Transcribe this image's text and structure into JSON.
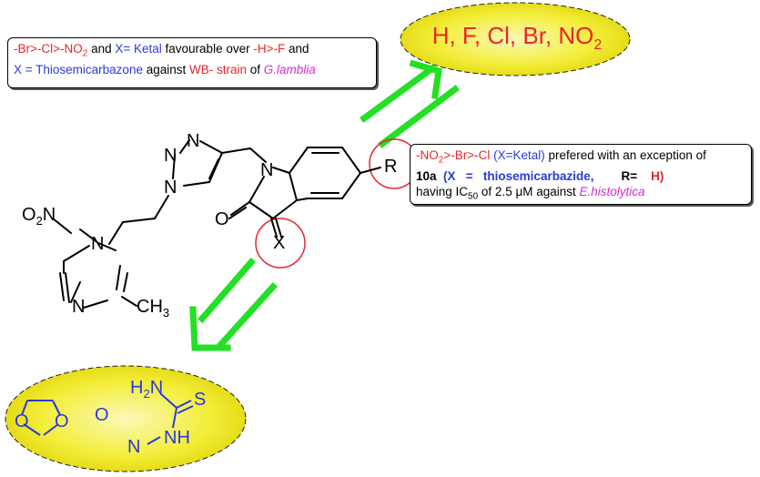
{
  "box1": {
    "line1": [
      {
        "t": "-Br>-Cl>-NO",
        "c": "red"
      },
      {
        "t": "2",
        "c": "red",
        "sub": true
      },
      {
        "t": " and ",
        "c": "black"
      },
      {
        "t": "X= Ketal",
        "c": "blue"
      },
      {
        "t": " favourable over ",
        "c": "black"
      },
      {
        "t": "-H>-F",
        "c": "red"
      },
      {
        "t": " and",
        "c": "black"
      }
    ],
    "line2": [
      {
        "t": "X = Thiosemicarbazone",
        "c": "blue"
      },
      {
        "t": " against ",
        "c": "black"
      },
      {
        "t": "WB- strain",
        "c": "red"
      },
      {
        "t": " of ",
        "c": "black"
      },
      {
        "t": "G.lamblia",
        "c": "mag"
      }
    ]
  },
  "box2": {
    "line1": [
      {
        "t": "-NO",
        "c": "red"
      },
      {
        "t": "2",
        "c": "red",
        "sub": true
      },
      {
        "t": ">-Br>-Cl",
        "c": "red"
      },
      {
        "t": " (X=Ketal)",
        "c": "blue"
      },
      {
        "t": " prefered with an exception of",
        "c": "black"
      }
    ],
    "line2": [
      {
        "t": "10a",
        "c": "bold"
      },
      {
        "t": "  (X   =   ",
        "c": "blueb"
      },
      {
        "t": "thiosemicarbazide,",
        "c": "blueb"
      },
      {
        "t": "        R=    ",
        "c": "bold"
      },
      {
        "t": "H)",
        "c": "redb"
      }
    ],
    "line3": [
      {
        "t": "having IC",
        "c": "black"
      },
      {
        "t": "50",
        "c": "black",
        "sub": true
      },
      {
        "t": " of 2.5 μM against ",
        "c": "black"
      },
      {
        "t": "E.histolytica",
        "c": "mag"
      }
    ]
  },
  "ellipse_top": {
    "text": "H, F, Cl, Br, NO",
    "sub": "2"
  },
  "molecule": {
    "o2n": "O",
    "o2n_sub": "2",
    "o2n_n": "N",
    "n_labels": [
      "N",
      "N",
      "N",
      "N",
      "N",
      "N"
    ],
    "ch3": "CH",
    "ch3_sub": "3",
    "o": "O",
    "x": "X",
    "r": "R"
  },
  "ellipse_bottom": {
    "o_left_1": "O",
    "o_left_2": "O",
    "or_text": "O",
    "h2n": "H",
    "h2n_sub": "2",
    "h2n_n": "N",
    "s": "S",
    "n_a": "N",
    "nh": "NH"
  },
  "colors": {
    "red": "#e8262b",
    "blue": "#2a3bd6",
    "magenta": "#d42cd4",
    "green": "#22e022",
    "yellow": "#f2ee2a"
  }
}
